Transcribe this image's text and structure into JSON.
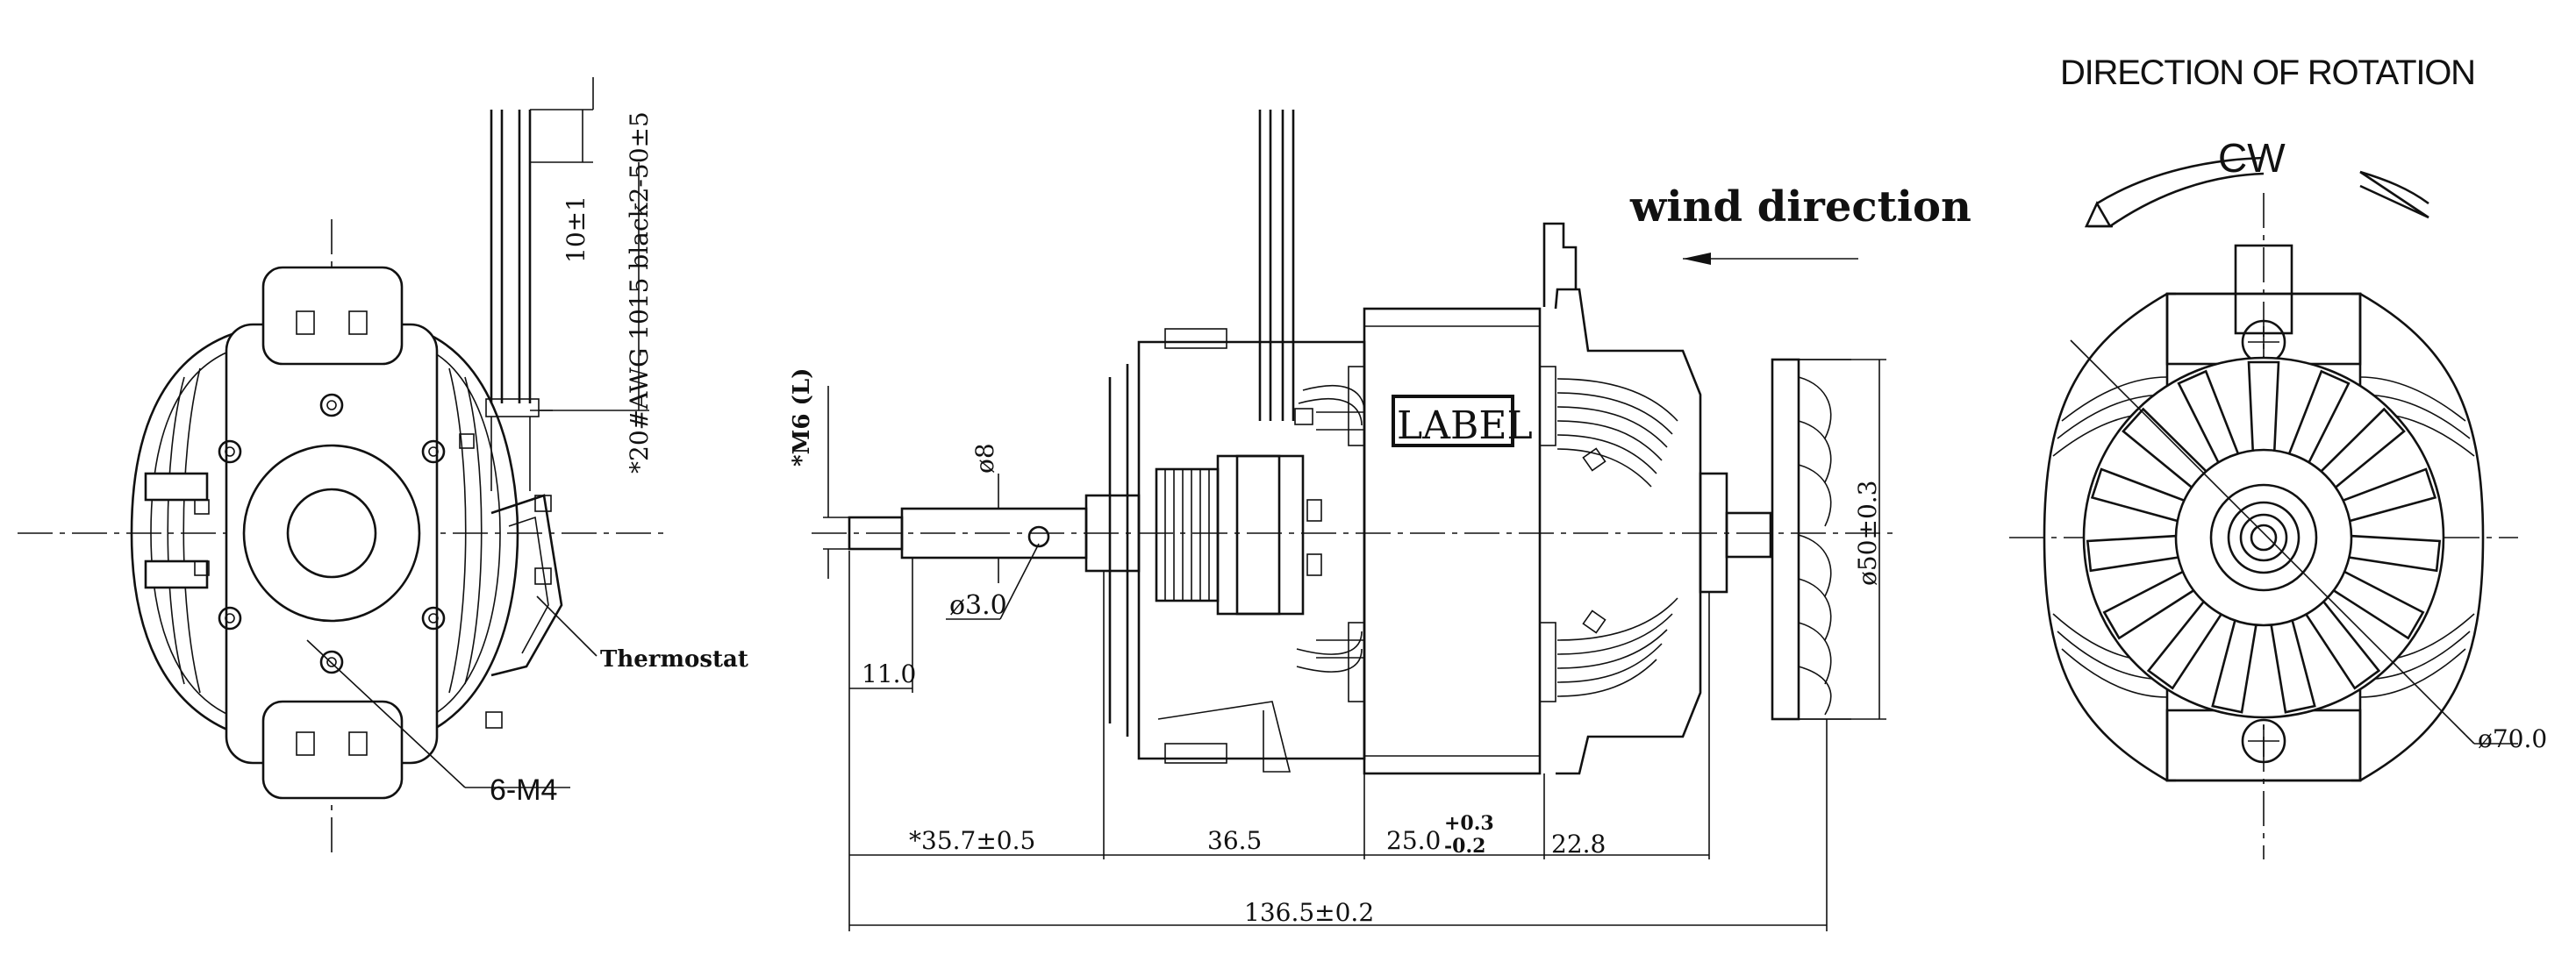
{
  "labels": {
    "direction_of_rotation": "DIRECTION OF ROTATION",
    "cw": "CW",
    "wind_direction": "wind direction",
    "label_plate": "LABEL",
    "thermostat": "Thermostat",
    "holes": "6-M4",
    "lead_wire": "*20#AWG 1015 black2-50±5",
    "lead_strip": "10±1",
    "shaft_thread": "*M6 (L)",
    "shaft_dia": "ø8",
    "hole_dia": "ø3.0",
    "fan_dia": "ø50±0.3",
    "body_dia": "ø70.0"
  },
  "dimensions": {
    "thread_len": "11.0",
    "shaft_ext": "*35.7±0.5",
    "bracket_len": "36.5",
    "stack_len": "25.0",
    "stack_tol_upper": "+0.3",
    "stack_tol_lower": "-0.2",
    "rear_len": "22.8",
    "overall_len": "136.5±0.2"
  }
}
